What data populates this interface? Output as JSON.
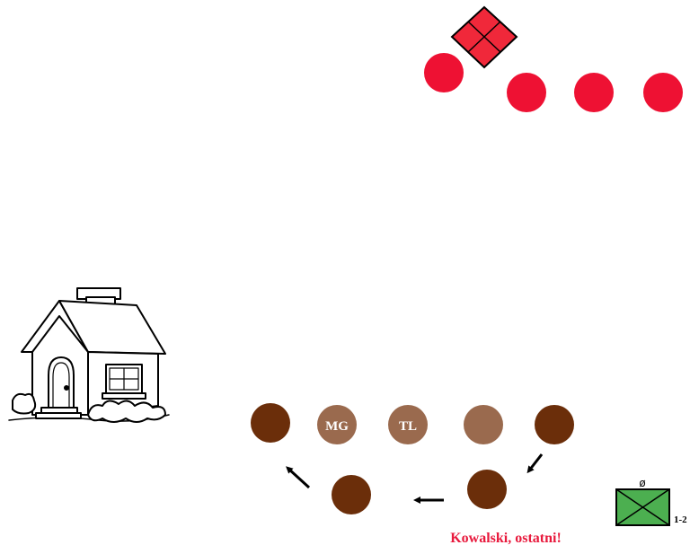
{
  "enemy": {
    "color": "#ee1133",
    "hq_color": "#f0283a",
    "soldiers": 4
  },
  "friendly": {
    "dark_color": "#6b2e0a",
    "light_color": "#9a6a4e",
    "tokens": [
      {
        "label": "",
        "shade": "dark"
      },
      {
        "label": "MG",
        "shade": "light"
      },
      {
        "label": "TL",
        "shade": "light"
      },
      {
        "label": "",
        "shade": "light"
      },
      {
        "label": "",
        "shade": "dark"
      },
      {
        "label": "",
        "shade": "dark"
      },
      {
        "label": "",
        "shade": "dark"
      }
    ]
  },
  "caption": "Kowalski, ostatni!",
  "unit_symbol": {
    "symbol": "ø",
    "label": "1-2",
    "fill": "#4caf50"
  },
  "icons": [
    "house-icon",
    "arrow-icon"
  ]
}
